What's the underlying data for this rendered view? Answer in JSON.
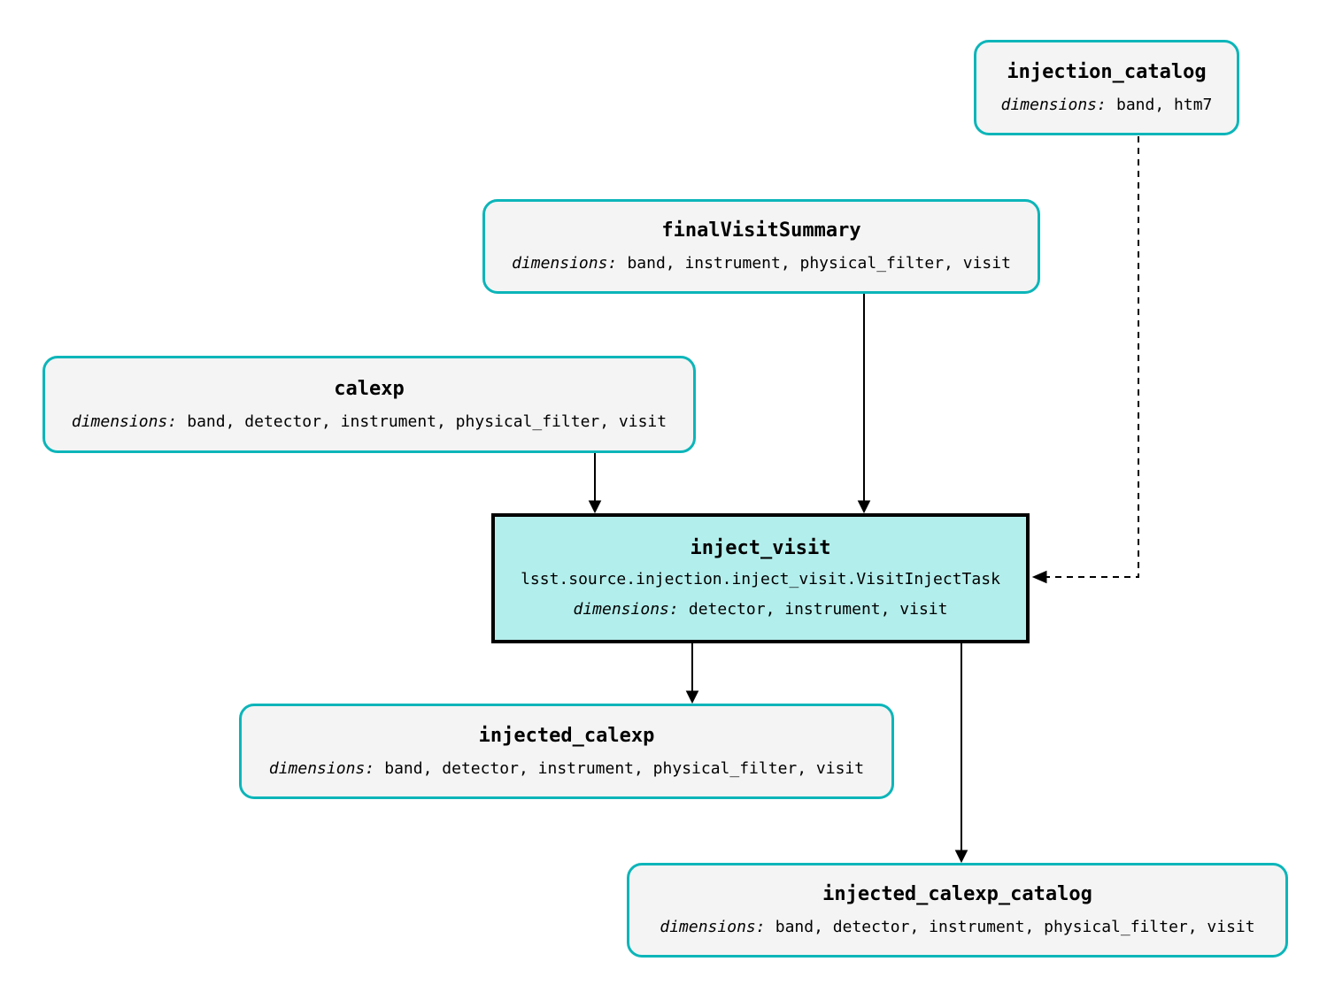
{
  "diagram": {
    "colors": {
      "node_border": "#0cb5b9",
      "node_fill": "#f4f4f4",
      "task_fill": "#b2eeec",
      "task_border": "#000000",
      "edge": "#000000",
      "background": "#ffffff"
    },
    "nodes": {
      "injection_catalog": {
        "title": "injection_catalog",
        "dimensions_label": "dimensions:",
        "dimensions_value": "band, htm7"
      },
      "finalVisitSummary": {
        "title": "finalVisitSummary",
        "dimensions_label": "dimensions:",
        "dimensions_value": "band, instrument, physical_filter, visit"
      },
      "calexp": {
        "title": "calexp",
        "dimensions_label": "dimensions:",
        "dimensions_value": "band, detector, instrument, physical_filter, visit"
      },
      "inject_visit": {
        "title": "inject_visit",
        "task_class": "lsst.source.injection.inject_visit.VisitInjectTask",
        "dimensions_label": "dimensions:",
        "dimensions_value": "detector, instrument, visit"
      },
      "injected_calexp": {
        "title": "injected_calexp",
        "dimensions_label": "dimensions:",
        "dimensions_value": "band, detector, instrument, physical_filter, visit"
      },
      "injected_calexp_catalog": {
        "title": "injected_calexp_catalog",
        "dimensions_label": "dimensions:",
        "dimensions_value": "band, detector, instrument, physical_filter, visit"
      }
    },
    "edges": [
      {
        "from": "calexp",
        "to": "inject_visit",
        "style": "solid"
      },
      {
        "from": "finalVisitSummary",
        "to": "inject_visit",
        "style": "solid"
      },
      {
        "from": "injection_catalog",
        "to": "inject_visit",
        "style": "dashed"
      },
      {
        "from": "inject_visit",
        "to": "injected_calexp",
        "style": "solid"
      },
      {
        "from": "inject_visit",
        "to": "injected_calexp_catalog",
        "style": "solid"
      }
    ]
  }
}
